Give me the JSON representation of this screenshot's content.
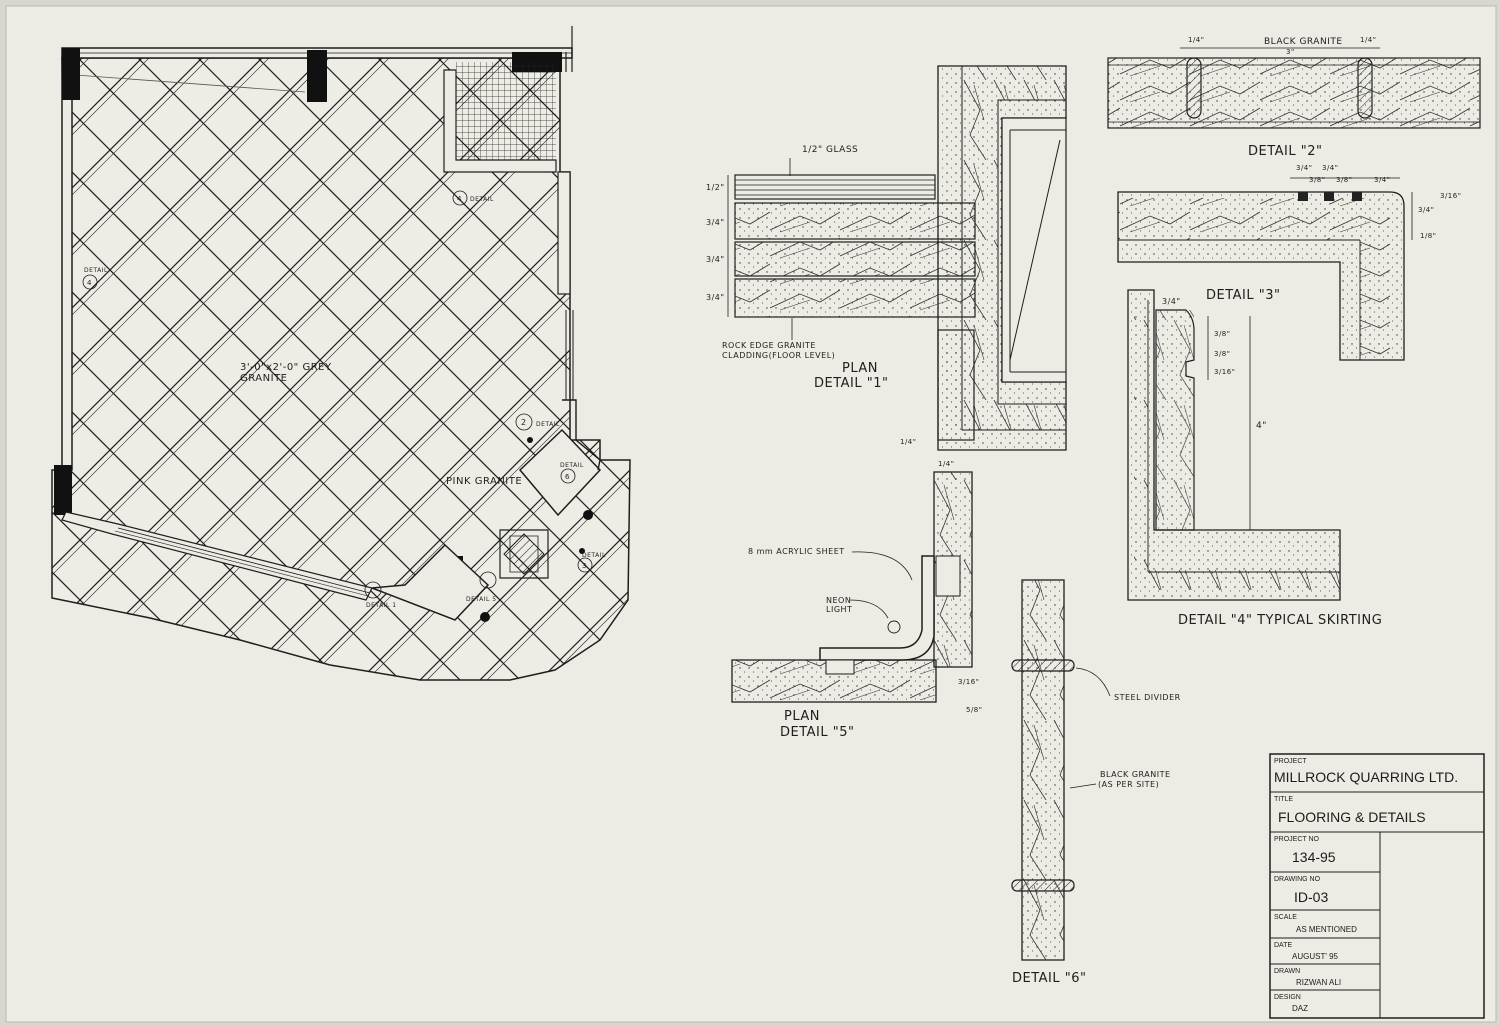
{
  "colors": {
    "paper": "#ecebe4",
    "ink": "#1d1d1d",
    "frame": "#d9d8d0"
  },
  "plan": {
    "grey_granite": "3'-0\"x2'-0\" GREY GRANITE",
    "pink_granite": "PINK GRANITE",
    "callouts": {
      "d1_num": "1",
      "d1_text": "DETAIL 1",
      "d2_num": "2",
      "d2_text": "DETAIL",
      "d3_num": "3",
      "d3_text": "DETAIL",
      "d4_num": "4",
      "d4_text": "DETAIL",
      "d5_num": "5",
      "d5_text": "DETAIL 5",
      "d6_num": "6",
      "d6_text": "DETAIL",
      "d7_num": "4",
      "d7_text": "DETAIL"
    }
  },
  "detail1": {
    "title_plan": "PLAN",
    "title": "DETAIL \"1\"",
    "glass": "1/2\" GLASS",
    "dim1": "1/2\"",
    "dim2": "3/4\"",
    "dim3": "3/4\"",
    "dim4": "3/4\"",
    "note_line1": "ROCK EDGE GRANITE",
    "note_line2": "CLADDING(FLOOR LEVEL)",
    "dim_gap": "1/4\""
  },
  "detail2": {
    "title": "DETAIL \"2\"",
    "material": "BLACK GRANITE",
    "dim_a": "1/4\"",
    "dim_b": "3\"",
    "dim_c": "1/4\""
  },
  "detail3": {
    "title": "DETAIL \"3\"",
    "dims": [
      "3/4\"",
      "3/8\"",
      "3/4\"",
      "3/8\"",
      "3/4\""
    ],
    "side_a": "3/4\"",
    "side_b": "3/16\"",
    "side_c": "1/8\""
  },
  "detail4": {
    "title": "DETAIL \"4\" TYPICAL SKIRTING",
    "dim_top": "3/4\"",
    "dim_a": "3/8\"",
    "dim_b": "3/8\"",
    "dim_c": "3/16\"",
    "height": "4\""
  },
  "detail5": {
    "title_plan": "PLAN",
    "title": "DETAIL \"5\"",
    "acrylic": "8 mm ACRYLIC SHEET",
    "neon_line1": "NEON",
    "neon_line2": "LIGHT",
    "dim_top": "1/4\"",
    "dim_side": "3/16\"",
    "dim_bottom": "5/8\""
  },
  "detail6": {
    "title": "DETAIL \"6\"",
    "steel": "STEEL DIVIDER",
    "granite_line1": "BLACK GRANITE",
    "granite_line2": "(AS PER SITE)"
  },
  "title_block": {
    "project_label": "PROJECT",
    "project": "MILLROCK QUARRING LTD.",
    "title_label": "TITLE",
    "title": "FLOORING & DETAILS",
    "project_no_label": "PROJECT NO",
    "project_no": "134-95",
    "drawing_no_label": "DRAWING NO",
    "drawing_no": "ID-03",
    "scale_label": "SCALE",
    "scale": "AS MENTIONED",
    "date_label": "DATE",
    "date": "AUGUST' 95",
    "drawn_label": "DRAWN",
    "drawn": "RIZWAN ALI",
    "design_label": "DESIGN",
    "design": "DAZ"
  }
}
